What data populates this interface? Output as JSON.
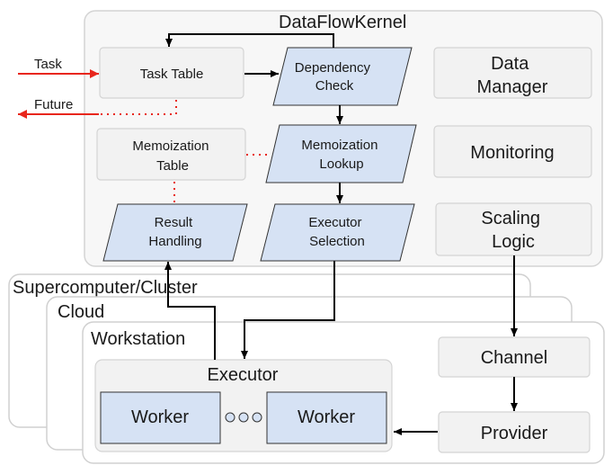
{
  "kernel": {
    "title": "DataFlowKernel",
    "task_table": "Task Table",
    "dependency_check": [
      "Dependency",
      "Check"
    ],
    "data_manager": [
      "Data",
      "Manager"
    ],
    "memoization_table": [
      "Memoization",
      "Table"
    ],
    "memoization_lookup": [
      "Memoization",
      "Lookup"
    ],
    "monitoring": "Monitoring",
    "result_handling": [
      "Result",
      "Handling"
    ],
    "executor_selection": [
      "Executor",
      "Selection"
    ],
    "scaling_logic": [
      "Scaling",
      "Logic"
    ]
  },
  "external": {
    "task": "Task",
    "future": "Future"
  },
  "environments": {
    "supercomputer": "Supercomputer/Cluster",
    "cloud": "Cloud",
    "workstation": "Workstation"
  },
  "execution": {
    "executor": "Executor",
    "worker_left": "Worker",
    "worker_right": "Worker",
    "channel": "Channel",
    "provider": "Provider"
  },
  "colors": {
    "box_fill": "#f2f2f2",
    "box_border": "#d4d4d4",
    "step_fill": "#d6e2f4",
    "arrow_red": "#e8261c",
    "dotted_red": "#e8261c"
  }
}
